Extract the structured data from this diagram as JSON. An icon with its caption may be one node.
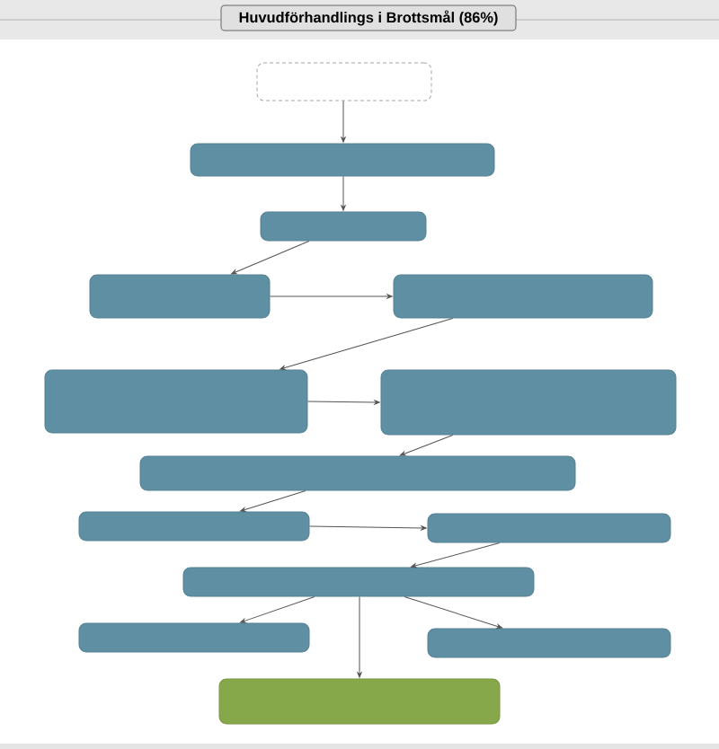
{
  "diagram": {
    "title": "Huvudförhandlings i Brottsmål (86%)",
    "nodes": [
      {
        "text": [],
        "shape": "box"
      },
      {
        "text": [],
        "shape": "box"
      },
      {
        "text": [],
        "shape": "box"
      },
      {
        "text": [],
        "shape": "box"
      },
      {
        "text": [],
        "shape": "box"
      },
      {
        "text": [],
        "shape": "box"
      },
      {
        "text": [],
        "shape": "box"
      },
      {
        "text": [],
        "shape": "box"
      },
      {
        "text": [],
        "shape": "box"
      },
      {
        "text": [],
        "shape": "box"
      },
      {
        "text": [],
        "shape": "box"
      },
      {
        "text": [],
        "shape": "box"
      },
      {
        "text": [],
        "shape": "box"
      },
      {
        "text": [],
        "shape": "box"
      }
    ],
    "edges": [
      {
        "from": 0,
        "to": 1,
        "arrow": "to"
      },
      {
        "from": 1,
        "to": 2,
        "arrow": "to"
      },
      {
        "from": 2,
        "to": 3,
        "arrow": "to"
      },
      {
        "from": 3,
        "to": 4,
        "arrow": "to"
      },
      {
        "from": 4,
        "to": 5,
        "arrow": "to"
      },
      {
        "from": 5,
        "to": 6,
        "arrow": "to"
      },
      {
        "from": 6,
        "to": 7,
        "arrow": "to"
      },
      {
        "from": 7,
        "to": 8,
        "arrow": "to"
      },
      {
        "from": 8,
        "to": 9,
        "arrow": "to"
      },
      {
        "from": 9,
        "to": 10,
        "arrow": "to"
      },
      {
        "from": 10,
        "to": 11,
        "arrow": "to"
      },
      {
        "from": 10,
        "to": 13,
        "arrow": "to"
      },
      {
        "from": 10,
        "to": 12,
        "arrow": "to"
      }
    ]
  }
}
